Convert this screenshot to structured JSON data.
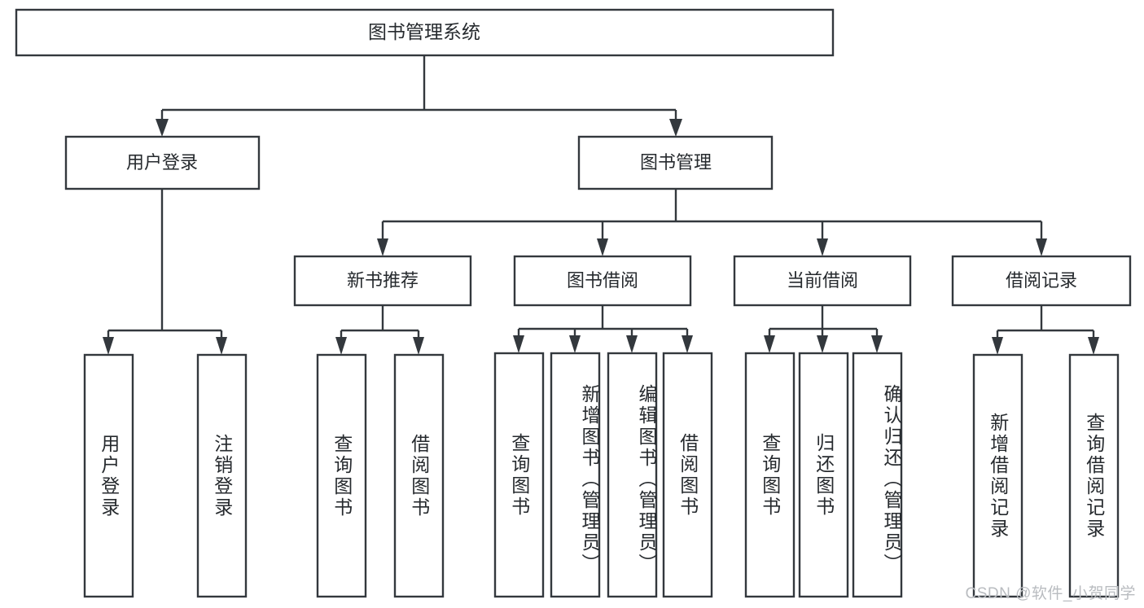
{
  "diagram": {
    "type": "tree",
    "title": "图书管理系统",
    "orientation": "top-down",
    "colors": {
      "box_stroke": "#33383d",
      "box_fill": "#ffffff",
      "text": "#262a2e",
      "watermark": "#b9bcc0",
      "background": "#ffffff"
    },
    "root": {
      "label": "图书管理系统"
    },
    "level2": [
      {
        "label": "用户登录"
      },
      {
        "label": "图书管理"
      }
    ],
    "level3": [
      {
        "label": "新书推荐"
      },
      {
        "label": "图书借阅"
      },
      {
        "label": "当前借阅"
      },
      {
        "label": "借阅记录"
      }
    ],
    "leaves": {
      "user_login": [
        {
          "label": "用户登录"
        },
        {
          "label": "注销登录"
        }
      ],
      "new_book_recommend": [
        {
          "label": "查询图书"
        },
        {
          "label": "借阅图书"
        }
      ],
      "book_borrow": [
        {
          "label": "查询图书"
        },
        {
          "label": "新增图书（管理员）"
        },
        {
          "label": "编辑图书（管理员）"
        },
        {
          "label": "借阅图书"
        }
      ],
      "current_borrow": [
        {
          "label": "查询图书"
        },
        {
          "label": "归还图书"
        },
        {
          "label": "确认归还（管理员）"
        }
      ],
      "borrow_record": [
        {
          "label": "新增借阅记录"
        },
        {
          "label": "查询借阅记录"
        }
      ]
    }
  },
  "watermark": {
    "text": "CSDN @软件_小贺同学"
  }
}
